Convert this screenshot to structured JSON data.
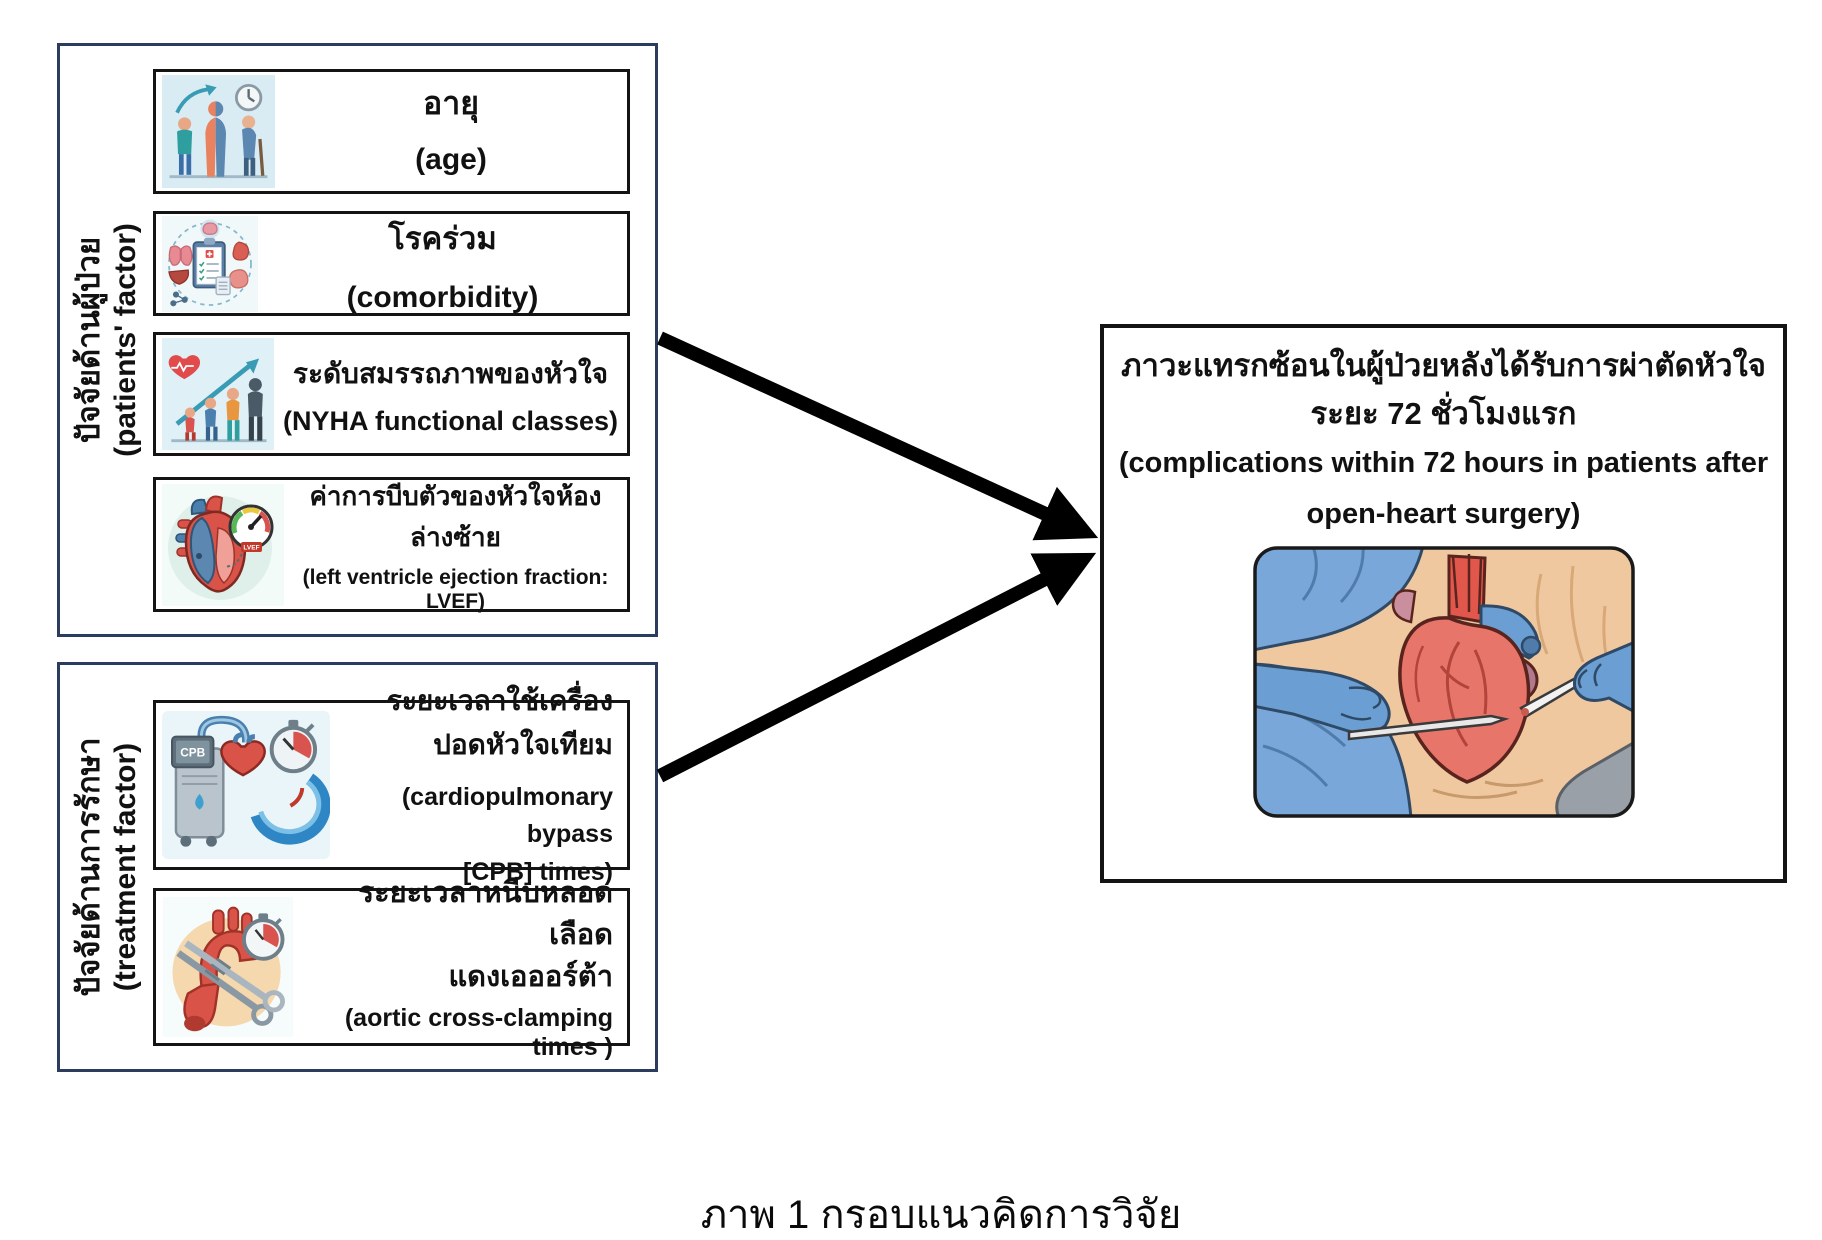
{
  "diagram": {
    "patients_factor": {
      "label_thai": "ปัจจัยด้านผู้ป่วย",
      "label_eng": "(patients' factor)",
      "items": [
        {
          "title_thai": "อายุ",
          "title_eng": "(age)",
          "icon": "aging-people-icon"
        },
        {
          "title_thai": "โรคร่วม",
          "title_eng": "(comorbidity)",
          "icon": "organs-clipboard-icon"
        },
        {
          "title_thai": "ระดับสมรรถภาพของหัวใจ",
          "title_eng": "(NYHA functional classes)",
          "icon": "heart-fitness-icon"
        },
        {
          "title_thai": "ค่าการบีบตัวของหัวใจห้องล่างซ้าย",
          "title_eng": "(left ventricle ejection fraction: LVEF)",
          "icon": "heart-gauge-icon"
        }
      ]
    },
    "treatment_factor": {
      "label_thai": "ปัจจัยด้านการรักษา",
      "label_eng": "(treatment factor)",
      "items": [
        {
          "title_thai": "ระยะเวลาใช้เครื่องปอดหัวใจเทียม",
          "title_eng_line1": "(cardiopulmonary bypass",
          "title_eng_line2": "[CPB] times)",
          "icon": "cpb-machine-icon"
        },
        {
          "title_thai_line1": "ระยะเวลาหนีบหลอดเลือด",
          "title_thai_line2": "แดงเอออร์ต้า",
          "title_eng": "(aortic cross-clamping times )",
          "icon": "aortic-clamp-icon"
        }
      ]
    },
    "outcome": {
      "title_thai_line1": "ภาวะแทรกซ้อนในผู้ป่วยหลังได้รับการผ่าตัดหัวใจ",
      "title_thai_line2": "ระยะ 72 ชั่วโมงแรก",
      "title_eng_line1": "(complications within 72 hours in patients after",
      "title_eng_line2": "open-heart surgery)",
      "illustration": "open-heart-surgery-illustration"
    },
    "caption": "ภาพ 1 กรอบแนวคิดการวิจัย",
    "colors": {
      "outer_border": "#2b3c5e",
      "inner_border": "#141414",
      "arrow": "#000000",
      "background": "#ffffff"
    }
  },
  "labels": {
    "lvef": "LVEF",
    "cpb": "CPB"
  }
}
